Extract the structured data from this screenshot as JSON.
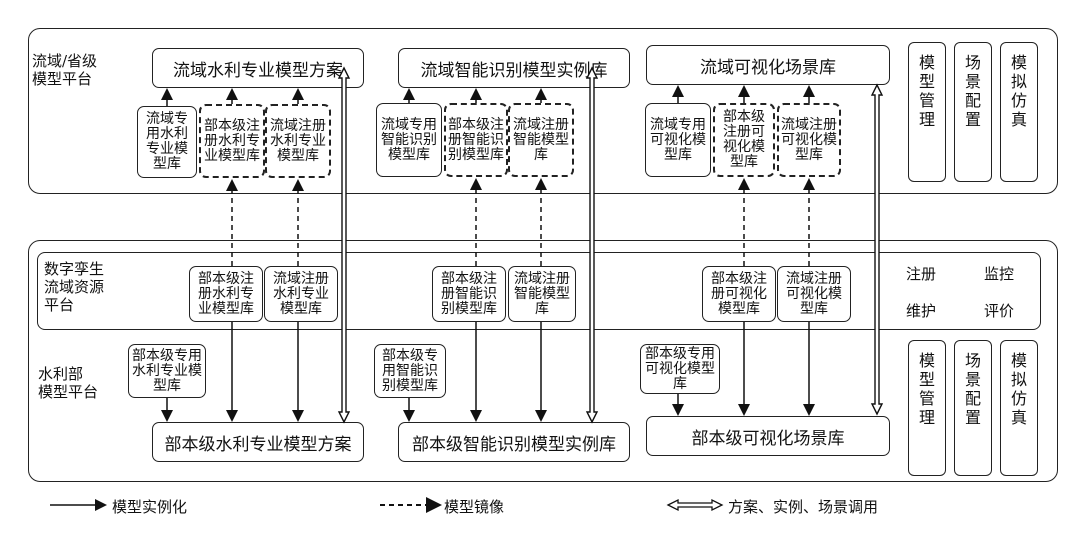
{
  "top_platform": {
    "label": "流域/省级\n模型平台",
    "schemes": [
      "流域水利专业模型方案",
      "流域智能识别模型实例库",
      "流域可视化场景库"
    ],
    "groups": [
      [
        "流域专用水利专业模型库",
        "部本级注册水利专业模型库",
        "流域注册水利专业模型库"
      ],
      [
        "流域专用智能识别模型库",
        "部本级注册智能识别模型库",
        "流域注册智能模型库"
      ],
      [
        "流域专用可视化模型库",
        "部本级注册可视化模型库",
        "流域注册可视化模型库"
      ]
    ],
    "side": [
      "模型管理",
      "场景配置",
      "模拟仿真"
    ]
  },
  "middle_platform": {
    "label": "数字孪生\n流域资源\n平台",
    "groups": [
      [
        "部本级注册水利专业模型库",
        "流域注册水利专业模型库"
      ],
      [
        "部本级注册智能识别模型库",
        "流域注册智能模型库"
      ],
      [
        "部本级注册可视化模型库",
        "流域注册可视化模型库"
      ]
    ],
    "monitor": [
      "注册",
      "监控",
      "维护",
      "评价"
    ]
  },
  "bottom_platform": {
    "label": "水利部\n模型平台",
    "special": [
      "部本级专用水利专业模型库",
      "部本级专用智能识别模型库",
      "部本级专用可视化模型库"
    ],
    "schemes": [
      "部本级水利专业模型方案",
      "部本级智能识别模型实例库",
      "部本级可视化场景库"
    ],
    "side": [
      "模型管理",
      "场景配置",
      "模拟仿真"
    ]
  },
  "legend": [
    "模型实例化",
    "模型镜像",
    "方案、实例、场景调用"
  ]
}
